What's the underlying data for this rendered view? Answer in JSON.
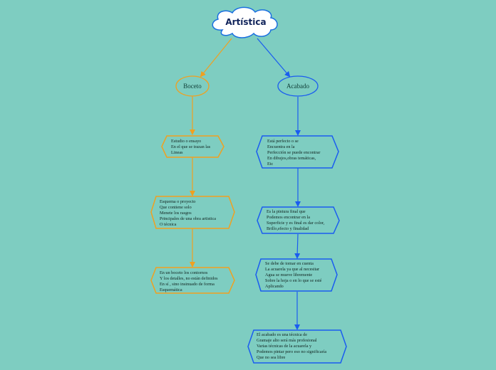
{
  "root": {
    "label": "Artística"
  },
  "colors": {
    "background": "#7ecdc1",
    "left_branch": "#f0a020",
    "right_branch": "#1a5cf0",
    "root_border": "#1a6fe0",
    "root_fill": "#ffffff",
    "root_text": "#10235a"
  },
  "left": {
    "label": "Boceto",
    "nodes": [
      {
        "lines": [
          "Estudio o ensayo",
          "En el que se trazan las",
          "Lineas"
        ]
      },
      {
        "lines": [
          "Esquema o proyecto",
          "Que contiene solo",
          "Menete los rasgos",
          "Principales de una obra artistica",
          "O técnica"
        ]
      },
      {
        "lines": [
          "En un boceto los contornos",
          "Y los detalles, no están definidos",
          "En sí , sino insinuado de forma",
          "Esquemática"
        ]
      }
    ]
  },
  "right": {
    "label": "Acabado",
    "nodes": [
      {
        "lines": [
          "Está perfecto o se",
          "Encuentra en la",
          "Perfección se puede encontrar",
          "En dibujos,obras temáticas,",
          "Etc"
        ]
      },
      {
        "lines": [
          "Es la pintura final que",
          "Podemos encontrar en la",
          "Superficie y es final es dar color,",
          "Brillo,efecto y finalidad"
        ]
      },
      {
        "lines": [
          "Se debe de tomar en cuenta",
          "La acuarela ya que al necesitar",
          "Agua se mueve libremente",
          "Sobre la hoja o en lo que se esté",
          "Aplicando"
        ]
      },
      {
        "lines": [
          "El acabado es una técnica de",
          "Gramaje alto será más profesional",
          "Varias técnicas de la acuarela y",
          "Podemos pintar pero eso no significaría",
          "Que no sea libre"
        ]
      }
    ]
  }
}
